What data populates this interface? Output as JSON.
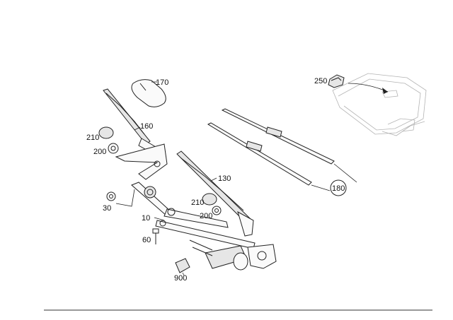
{
  "diagram": {
    "callouts": [
      {
        "id": "170",
        "text": "170"
      },
      {
        "id": "250",
        "text": "250"
      },
      {
        "id": "160",
        "text": "160"
      },
      {
        "id": "210a",
        "text": "210"
      },
      {
        "id": "200a",
        "text": "200"
      },
      {
        "id": "130",
        "text": "130"
      },
      {
        "id": "180",
        "text": "180"
      },
      {
        "id": "30",
        "text": "30"
      },
      {
        "id": "210b",
        "text": "210"
      },
      {
        "id": "10",
        "text": "10"
      },
      {
        "id": "200b",
        "text": "200"
      },
      {
        "id": "60",
        "text": "60"
      },
      {
        "id": "900",
        "text": "900"
      }
    ]
  }
}
